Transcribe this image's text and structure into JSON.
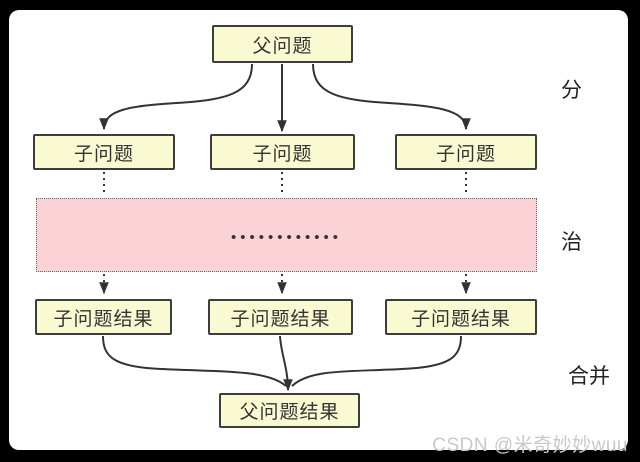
{
  "colors": {
    "frame_bg": "#000000",
    "canvas_bg": "#ffffff",
    "node_fill": "#fafad2",
    "node_border": "#3d3d3d",
    "node_text": "#333333",
    "conquer_fill": "#fbd3d6",
    "conquer_border": "#666666",
    "arrow": "#333333",
    "label_text": "#222222",
    "watermark_text": "#c9c9c9"
  },
  "nodes": {
    "parent": {
      "label": "父问题"
    },
    "children": [
      {
        "label": "子问题"
      },
      {
        "label": "子问题"
      },
      {
        "label": "子问题"
      }
    ],
    "child_results": [
      {
        "label": "子问题结果"
      },
      {
        "label": "子问题结果"
      },
      {
        "label": "子问题结果"
      }
    ],
    "parent_result": {
      "label": "父问题结果"
    }
  },
  "conquer_region": {
    "ellipsis_dots": "••••••••••••"
  },
  "stage_labels": {
    "divide": "分",
    "conquer": "治",
    "merge": "合并"
  },
  "watermark": {
    "text": "CSDN @米奇妙妙wuu"
  }
}
